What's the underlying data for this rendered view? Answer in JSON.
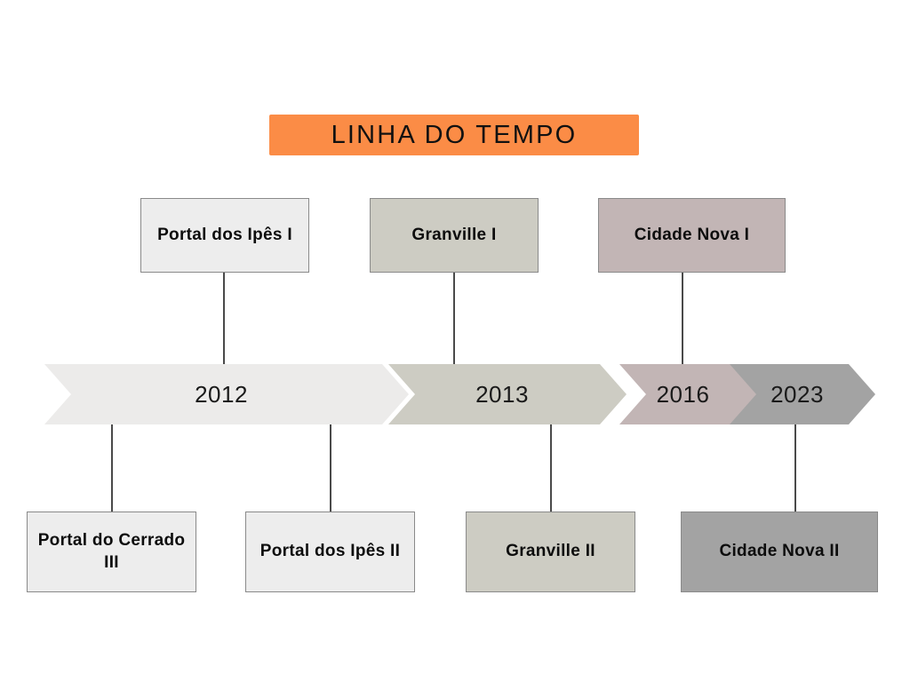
{
  "title": {
    "text": "LINHA DO TEMPO",
    "background_color": "#FB8C46",
    "text_color": "#111111"
  },
  "chart_data": {
    "type": "timeline",
    "title": "LINHA DO TEMPO",
    "orientation": "horizontal",
    "segments": [
      {
        "year": "2012",
        "color": "#ECEBEA"
      },
      {
        "year": "2013",
        "color": "#CDCCC3"
      },
      {
        "year": "2016",
        "color": "#C2B5B5"
      },
      {
        "year": "2023",
        "color": "#A3A3A3"
      }
    ],
    "events_above": [
      {
        "label": "Portal dos Ipês I",
        "year": "2012",
        "color": "#EDEDED"
      },
      {
        "label": "Granville I",
        "year": "2013",
        "color": "#CDCCC3"
      },
      {
        "label": "Cidade Nova I",
        "year": "2016",
        "color": "#C2B5B5"
      }
    ],
    "events_below": [
      {
        "label": "Portal do Cerrado III",
        "year": "2012",
        "color": "#EDEDED"
      },
      {
        "label": "Portal dos Ipês II",
        "year": "2012",
        "color": "#EDEDED"
      },
      {
        "label": "Granville II",
        "year": "2013",
        "color": "#CDCCC3"
      },
      {
        "label": "Cidade Nova II",
        "year": "2023",
        "color": "#A3A3A3"
      }
    ]
  },
  "timeline": {
    "segments": [
      {
        "year": "2012"
      },
      {
        "year": "2013"
      },
      {
        "year": "2016"
      },
      {
        "year": "2023"
      }
    ]
  },
  "boxes_above": [
    {
      "label": "Portal dos Ipês I"
    },
    {
      "label": "Granville I"
    },
    {
      "label": "Cidade Nova I"
    }
  ],
  "boxes_below": [
    {
      "label": "Portal do Cerrado III"
    },
    {
      "label": "Portal dos Ipês II"
    },
    {
      "label": "Granville II"
    },
    {
      "label": "Cidade Nova II"
    }
  ]
}
